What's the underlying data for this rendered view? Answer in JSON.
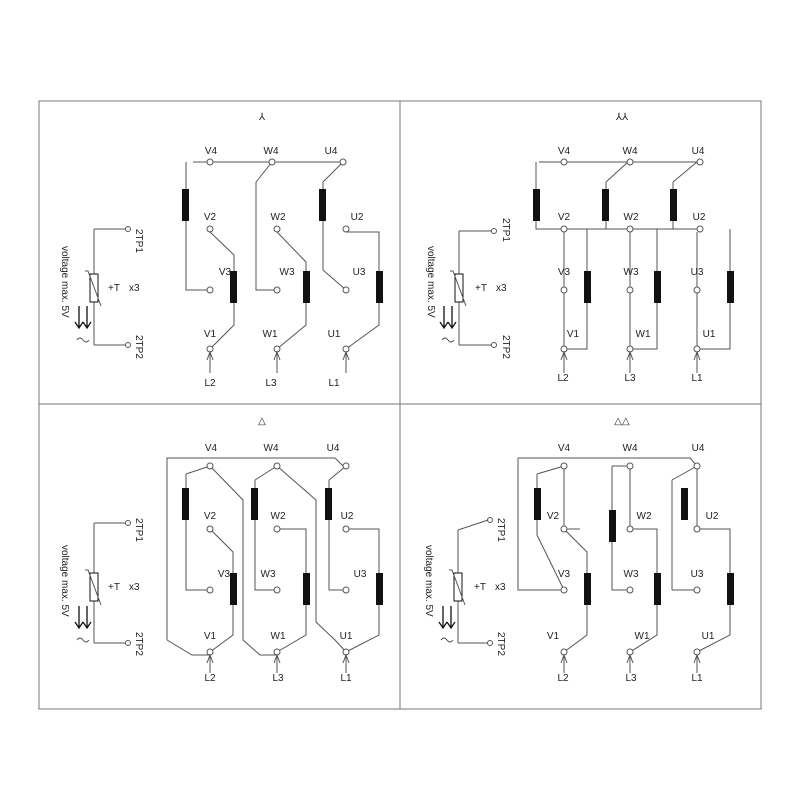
{
  "symbols": {
    "star": "⅄",
    "double_star": "⅄⅄",
    "delta": "△",
    "double_delta": "△△"
  },
  "terminals": {
    "u1": "U1",
    "u2": "U2",
    "u3": "U3",
    "u4": "U4",
    "v1": "V1",
    "v2": "V2",
    "v3": "V3",
    "v4": "V4",
    "w1": "W1",
    "w2": "W2",
    "w3": "W3",
    "w4": "W4"
  },
  "lines": {
    "l1": "L1",
    "l2": "L2",
    "l3": "L3"
  },
  "thermistor": {
    "tp1": "2TP1",
    "tp2": "2TP2",
    "label": "+T",
    "count": "x3",
    "voltage": "voltage max. 5V"
  }
}
